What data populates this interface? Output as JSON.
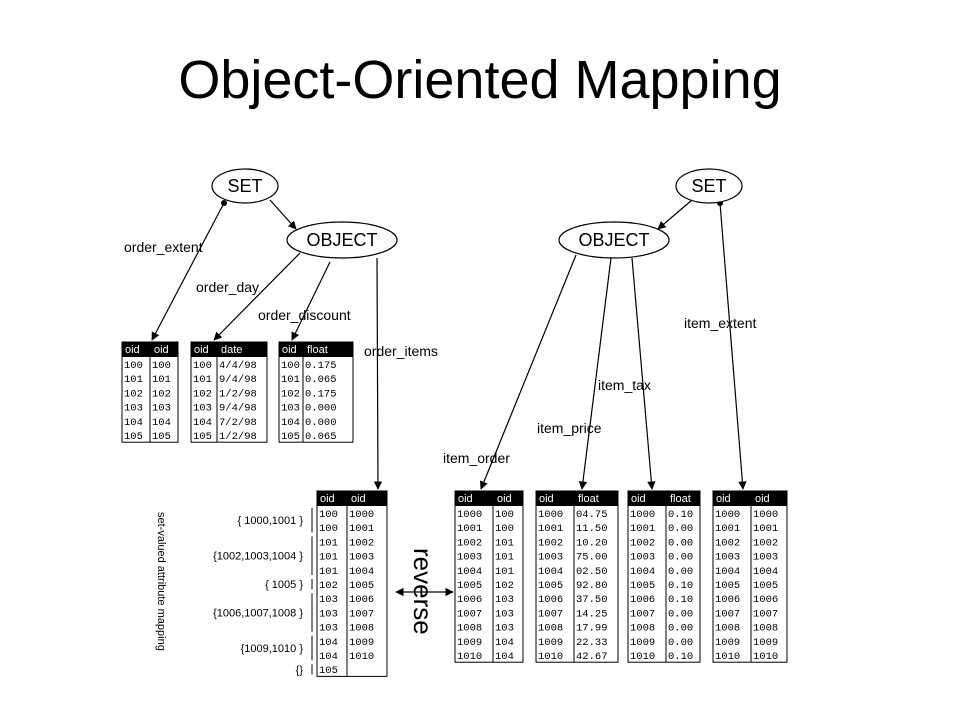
{
  "title": "Object-Oriented Mapping",
  "nodes": {
    "left_set": "SET",
    "left_object": "OBJECT",
    "right_set": "SET",
    "right_object": "OBJECT"
  },
  "edge_labels": {
    "order_extent": "order_extent",
    "order_day": "order_day",
    "order_discount": "order_discount",
    "order_items": "order_items",
    "item_extent": "item_extent",
    "item_tax": "item_tax",
    "item_price": "item_price",
    "item_order": "item_order"
  },
  "tables": {
    "order_extent": {
      "headers": [
        "oid",
        "oid"
      ],
      "rows": [
        [
          "100",
          "100"
        ],
        [
          "101",
          "101"
        ],
        [
          "102",
          "102"
        ],
        [
          "103",
          "103"
        ],
        [
          "104",
          "104"
        ],
        [
          "105",
          "105"
        ]
      ]
    },
    "order_day": {
      "headers": [
        "oid",
        "date"
      ],
      "rows": [
        [
          "100",
          "4/4/98"
        ],
        [
          "101",
          "9/4/98"
        ],
        [
          "102",
          "1/2/98"
        ],
        [
          "103",
          "9/4/98"
        ],
        [
          "104",
          "7/2/98"
        ],
        [
          "105",
          "1/2/98"
        ]
      ]
    },
    "order_discount": {
      "headers": [
        "oid",
        "float"
      ],
      "rows": [
        [
          "100",
          "0.175"
        ],
        [
          "101",
          "0.065"
        ],
        [
          "102",
          "0.175"
        ],
        [
          "103",
          "0.000"
        ],
        [
          "104",
          "0.000"
        ],
        [
          "105",
          "0.065"
        ]
      ]
    },
    "order_items": {
      "headers": [
        "oid",
        "oid"
      ],
      "rows": [
        [
          "100",
          "1000"
        ],
        [
          "100",
          "1001"
        ],
        [
          "101",
          "1002"
        ],
        [
          "101",
          "1003"
        ],
        [
          "101",
          "1004"
        ],
        [
          "102",
          "1005"
        ],
        [
          "103",
          "1006"
        ],
        [
          "103",
          "1007"
        ],
        [
          "103",
          "1008"
        ],
        [
          "104",
          "1009"
        ],
        [
          "104",
          "1010"
        ],
        [
          "105",
          ""
        ]
      ]
    },
    "item_order": {
      "headers": [
        "oid",
        "oid"
      ],
      "rows": [
        [
          "1000",
          "100"
        ],
        [
          "1001",
          "100"
        ],
        [
          "1002",
          "101"
        ],
        [
          "1003",
          "101"
        ],
        [
          "1004",
          "101"
        ],
        [
          "1005",
          "102"
        ],
        [
          "1006",
          "103"
        ],
        [
          "1007",
          "103"
        ],
        [
          "1008",
          "103"
        ],
        [
          "1009",
          "104"
        ],
        [
          "1010",
          "104"
        ]
      ]
    },
    "item_price": {
      "headers": [
        "oid",
        "float"
      ],
      "rows": [
        [
          "1000",
          "04.75"
        ],
        [
          "1001",
          "11.50"
        ],
        [
          "1002",
          "10.20"
        ],
        [
          "1003",
          "75.00"
        ],
        [
          "1004",
          "02.50"
        ],
        [
          "1005",
          "92.80"
        ],
        [
          "1006",
          "37.50"
        ],
        [
          "1007",
          "14.25"
        ],
        [
          "1008",
          "17.99"
        ],
        [
          "1009",
          "22.33"
        ],
        [
          "1010",
          "42.67"
        ]
      ]
    },
    "item_tax": {
      "headers": [
        "oid",
        "float"
      ],
      "rows": [
        [
          "1000",
          "0.10"
        ],
        [
          "1001",
          "0.00"
        ],
        [
          "1002",
          "0.00"
        ],
        [
          "1003",
          "0.00"
        ],
        [
          "1004",
          "0.00"
        ],
        [
          "1005",
          "0.10"
        ],
        [
          "1006",
          "0.10"
        ],
        [
          "1007",
          "0.00"
        ],
        [
          "1008",
          "0.00"
        ],
        [
          "1009",
          "0.00"
        ],
        [
          "1010",
          "0.10"
        ]
      ]
    },
    "item_extent": {
      "headers": [
        "oid",
        "oid"
      ],
      "rows": [
        [
          "1000",
          "1000"
        ],
        [
          "1001",
          "1001"
        ],
        [
          "1002",
          "1002"
        ],
        [
          "1003",
          "1003"
        ],
        [
          "1004",
          "1004"
        ],
        [
          "1005",
          "1005"
        ],
        [
          "1006",
          "1006"
        ],
        [
          "1007",
          "1007"
        ],
        [
          "1008",
          "1008"
        ],
        [
          "1009",
          "1009"
        ],
        [
          "1010",
          "1010"
        ]
      ]
    }
  },
  "set_groups": [
    "{ 1000,1001 }",
    "{1002,1003,1004 }",
    "{ 1005 }",
    "{1006,1007,1008 }",
    "{1009,1010 }",
    "{}"
  ],
  "side_label": "set-valued attribute mapping",
  "reverse_label": "reverse"
}
